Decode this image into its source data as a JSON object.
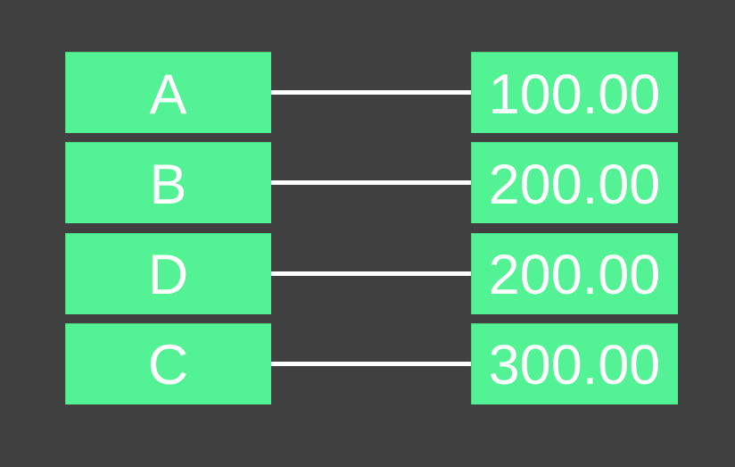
{
  "colors": {
    "background": "#404040",
    "node_fill": "#53f295",
    "edge_line": "#ffffff",
    "node_text": "#ffffff"
  },
  "diagram": {
    "type": "key-value-mapping",
    "rows": [
      {
        "label": "A",
        "value": "100.00"
      },
      {
        "label": "B",
        "value": "200.00"
      },
      {
        "label": "D",
        "value": "200.00"
      },
      {
        "label": "C",
        "value": "300.00"
      }
    ]
  }
}
